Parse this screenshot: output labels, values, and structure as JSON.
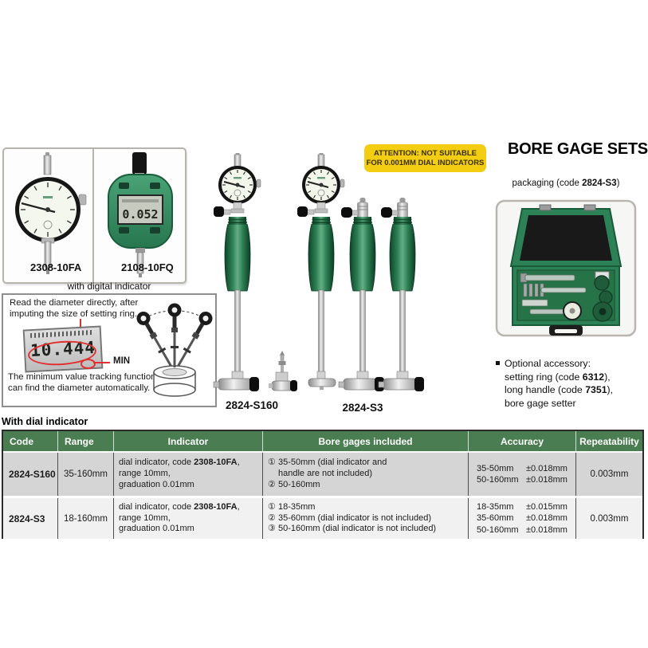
{
  "topbox": {
    "left_label": "2308-10FA",
    "right_label": "2108-10FQ",
    "digital_lcd": "0.052"
  },
  "attention": {
    "line1": "ATTENTION: NOT SUITABLE",
    "line2": "FOR 0.001MM DIAL INDICATORS"
  },
  "header": {
    "title": "BORE GAGE SETS",
    "packaging_pre": "packaging (code ",
    "packaging_code": "2824-S3",
    "packaging_post": ")"
  },
  "optional": {
    "title": "Optional accessory:",
    "line1_pre": "setting ring (code ",
    "line1_code": "6312",
    "line1_post": "),",
    "line2_pre": "long handle (code ",
    "line2_code": "7351",
    "line2_post": "),",
    "line3": "bore gage setter"
  },
  "digital": {
    "title": "with digital indicator",
    "read1": "Read the diameter directly, after",
    "read2": "imputing the size of setting ring.",
    "lcd": "10.444",
    "min": "MIN",
    "auto1": "The minimum value tracking function",
    "auto2": "can find the diameter automatically."
  },
  "products": {
    "label_s160": "2824-S160",
    "label_s3": "2824-S3"
  },
  "table": {
    "title": "With dial indicator",
    "headers": [
      "Code",
      "Range",
      "Indicator",
      "Bore gages included",
      "Accuracy",
      "Repeatability"
    ],
    "rows": [
      {
        "code": "2824-S160",
        "range": "35-160mm",
        "ind_pre": "dial indicator, code ",
        "ind_code": "2308-10FA",
        "ind_post": ",",
        "ind_l2": "range 10mm,",
        "ind_l3": "graduation 0.01mm",
        "bore": [
          {
            "n": "①",
            "t": "35-50mm (dial indicator and"
          },
          {
            "n": "",
            "t": "handle are not included)"
          },
          {
            "n": "②",
            "t": "50-160mm"
          }
        ],
        "acc": [
          {
            "r": "35-50mm",
            "v": "±0.018mm"
          },
          {
            "r": "50-160mm",
            "v": "±0.018mm"
          }
        ],
        "rep": "0.003mm"
      },
      {
        "code": "2824-S3",
        "range": "18-160mm",
        "ind_pre": "dial indicator, code ",
        "ind_code": "2308-10FA",
        "ind_post": ",",
        "ind_l2": "range 10mm,",
        "ind_l3": "graduation 0.01mm",
        "bore": [
          {
            "n": "①",
            "t": "18-35mm"
          },
          {
            "n": "②",
            "t": "35-60mm (dial indicator is not included)"
          },
          {
            "n": "③",
            "t": "50-160mm (dial indicator is not included)"
          }
        ],
        "acc": [
          {
            "r": "18-35mm",
            "v": "±0.015mm"
          },
          {
            "r": "35-60mm",
            "v": "±0.018mm"
          },
          {
            "r": "50-160mm",
            "v": "±0.018mm"
          }
        ],
        "rep": "0.003mm"
      }
    ]
  }
}
